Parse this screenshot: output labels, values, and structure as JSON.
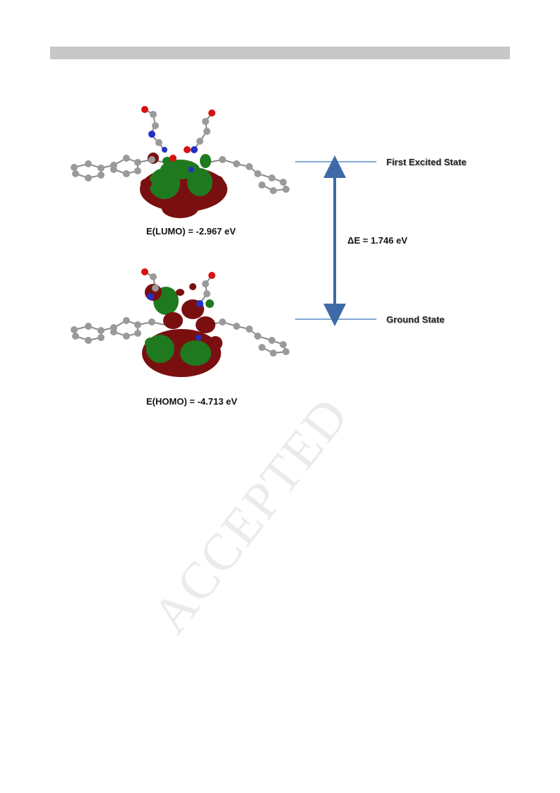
{
  "figure": {
    "lumo_energy_label": "E(LUMO) = -2.967 eV",
    "homo_energy_label": "E(HOMO) = -4.713 eV",
    "excited_state_label": "First Excited State",
    "ground_state_label": "Ground State",
    "gap_label": "ΔE = 1.746 eV"
  },
  "watermark": {
    "text": "ACCEPTED"
  },
  "colors": {
    "header_bar": "#c8c8c8",
    "level_line": "#5b8dc9",
    "arrow": "#3f6aa8",
    "orbital_positive": "#7a0f10",
    "orbital_negative": "#1f7a1f",
    "carbon_atom": "#9a9a9a",
    "nitrogen_atom": "#2330c8",
    "oxygen_atom": "#d81010"
  }
}
